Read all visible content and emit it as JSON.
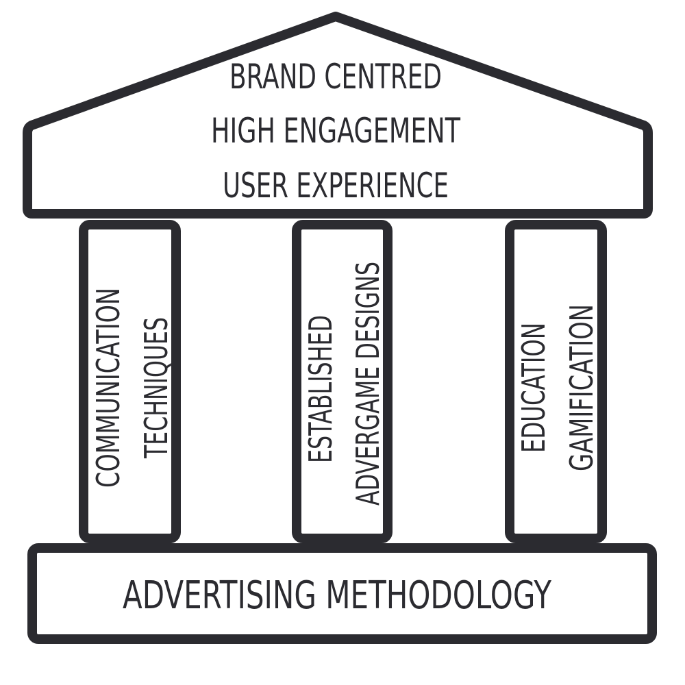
{
  "roof": {
    "lines": [
      "BRAND CENTRED",
      "HIGH ENGAGEMENT",
      "USER EXPERIENCE"
    ]
  },
  "pillars": [
    {
      "lines": [
        "COMMUNICATION",
        "TECHNIQUES"
      ]
    },
    {
      "lines": [
        "ESTABLISHED",
        "ADVERGAME DESIGNS"
      ]
    },
    {
      "lines": [
        "EDUCATION",
        "GAMIFICATION"
      ]
    }
  ],
  "base": {
    "label": "ADVERTISING METHODOLOGY"
  },
  "colors": {
    "stroke": "#2b2b30",
    "fill": "#ffffff"
  }
}
